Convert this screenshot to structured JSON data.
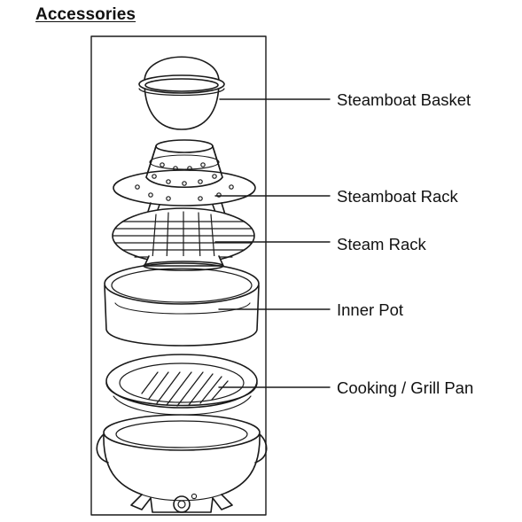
{
  "title": "Accessories",
  "parts": [
    {
      "id": "steamboat-basket",
      "label": "Steamboat Basket"
    },
    {
      "id": "steamboat-rack",
      "label": "Steamboat Rack"
    },
    {
      "id": "steam-rack",
      "label": "Steam Rack"
    },
    {
      "id": "inner-pot",
      "label": "Inner Pot"
    },
    {
      "id": "grill-pan",
      "label": "Cooking / Grill Pan"
    }
  ],
  "colors": {
    "line": "#1a1a1a",
    "background": "#ffffff"
  }
}
